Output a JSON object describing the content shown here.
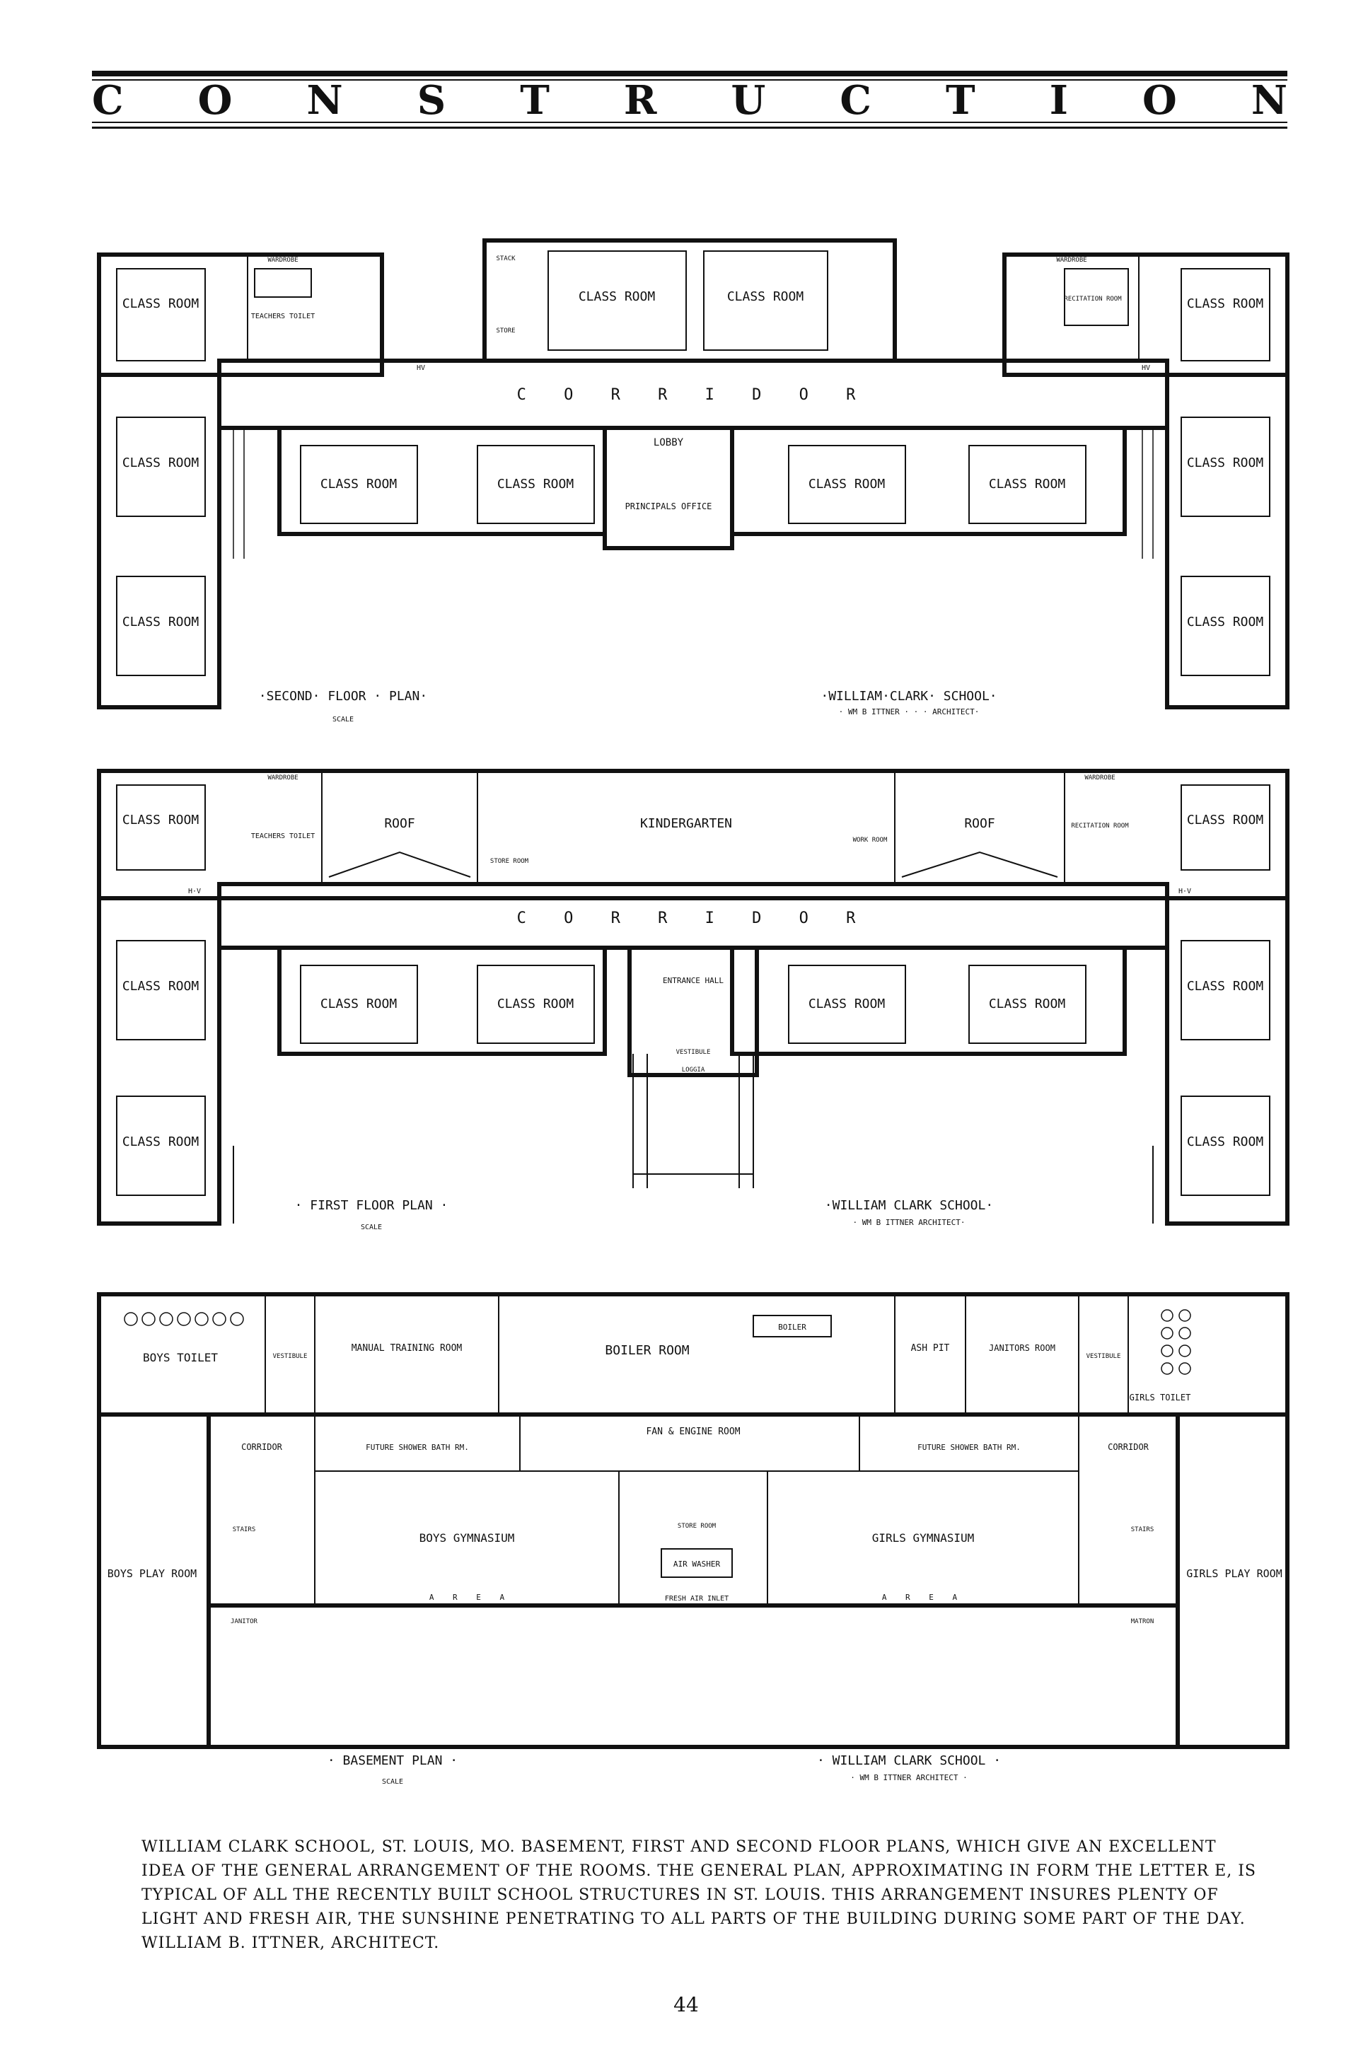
{
  "header": {
    "letters": [
      "C",
      "O",
      "N",
      "S",
      "T",
      "R",
      "U",
      "C",
      "T",
      "I",
      "O",
      "N"
    ]
  },
  "second_floor": {
    "rooms": {
      "class_room": "CLASS ROOM",
      "corridor": "C O R R I D O R",
      "lobby": "LOBBY",
      "principals_office": "PRINCIPALS OFFICE",
      "teachers_toilet": "TEACHERS TOILET",
      "recitation_room": "RECITATION ROOM",
      "wardrobe": "WARDROBE",
      "hv": "HV",
      "stack": "STACK",
      "store": "STORE"
    },
    "plan_title": "·SECOND· FLOOR · PLAN·",
    "scale": "SCALE",
    "school": "·WILLIAM·CLARK· SCHOOL·",
    "architect": "· WM B ITTNER · · · ARCHITECT·"
  },
  "first_floor": {
    "rooms": {
      "class_room": "CLASS ROOM",
      "roof": "ROOF",
      "kindergarten": "KINDERGARTEN",
      "corridor": "C O R R I D O R",
      "entrance_hall": "ENTRANCE HALL",
      "vestibule": "VESTIBULE",
      "loggia": "LOGGIA",
      "teachers_toilet": "TEACHERS TOILET",
      "recitation_room": "RECITATION ROOM",
      "store_room": "STORE ROOM",
      "work_room": "WORK ROOM",
      "wardrobe": "WARDROBE",
      "hv": "H·V"
    },
    "plan_title": "· FIRST FLOOR PLAN ·",
    "scale": "SCALE",
    "school": "·WILLIAM CLARK SCHOOL·",
    "architect": "· WM B ITTNER ARCHITECT·"
  },
  "basement": {
    "rooms": {
      "boys_toilet": "BOYS TOILET",
      "girls_toilet": "GIRLS TOILET",
      "manual_training": "MANUAL TRAINING ROOM",
      "boiler_room": "BOILER ROOM",
      "boiler": "BOILER",
      "ash_pit": "ASH PIT",
      "janitors_room": "JANITORS ROOM",
      "vestibule": "VESTIBULE",
      "corridor": "CORRIDOR",
      "fan_engine": "FAN & ENGINE ROOM",
      "future_shower": "FUTURE SHOWER BATH RM.",
      "boys_gym": "BOYS GYMNASIUM",
      "girls_gym": "GIRLS GYMNASIUM",
      "boys_play": "BOYS PLAY ROOM",
      "girls_play": "GIRLS PLAY ROOM",
      "air_washer": "AIR WASHER",
      "store_room": "STORE ROOM",
      "fresh_air": "FRESH AIR INLET",
      "area": "A R E A",
      "stairs": "STAIRS",
      "janitor": "JANITOR",
      "matron": "MATRON"
    },
    "plan_title": "· BASEMENT PLAN ·",
    "scale": "SCALE",
    "school": "· WILLIAM CLARK SCHOOL ·",
    "architect": "· WM B ITTNER ARCHITECT ·"
  },
  "caption": "WILLIAM CLARK SCHOOL, ST. LOUIS, MO. BASEMENT, FIRST AND SECOND FLOOR PLANS, WHICH GIVE AN EXCELLENT IDEA OF THE GENERAL ARRANGEMENT OF THE ROOMS. THE GENERAL PLAN, APPROXIMATING IN FORM THE LETTER E, IS TYPICAL OF ALL THE RECENTLY BUILT SCHOOL STRUCTURES IN ST. LOUIS. THIS ARRANGEMENT INSURES PLENTY OF LIGHT AND FRESH AIR, THE SUNSHINE PENETRATING TO ALL PARTS OF THE BUILDING DURING SOME PART OF THE DAY. WILLIAM B. ITTNER, ARCHITECT.",
  "page_number": "44"
}
